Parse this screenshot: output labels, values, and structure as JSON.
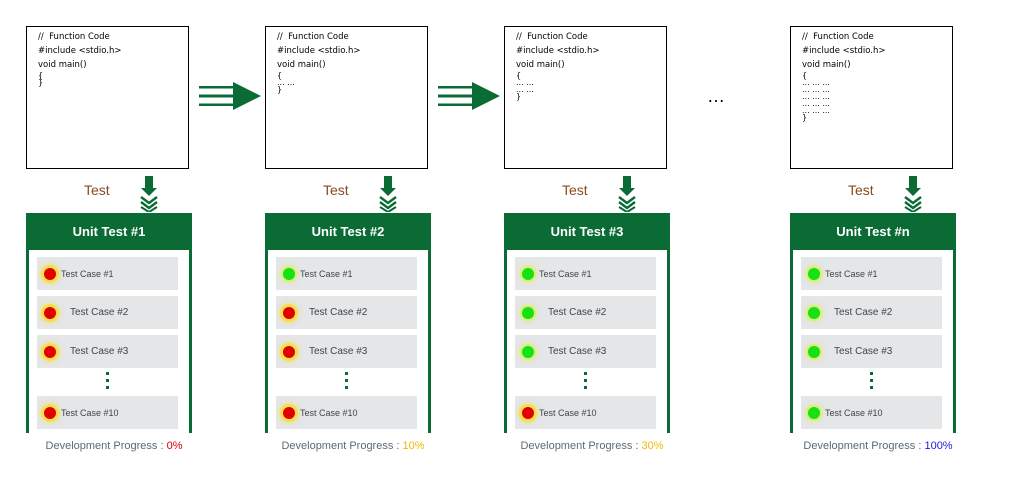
{
  "colors": {
    "brand_green": "#0b6b34",
    "fail": "#e00000",
    "pass": "#16e01a",
    "progress_0": "#e00000",
    "progress_10": "#f2b800",
    "progress_30": "#f2b800",
    "progress_100": "#1a1adc"
  },
  "ellipsis": "…",
  "stages": [
    {
      "code": [
        "//  Function Code",
        "#include <stdio.h>",
        "void main()",
        "{",
        "}"
      ],
      "test_label": "Test",
      "unit_title": "Unit Test #1",
      "cases": [
        {
          "label": "Test Case #1",
          "status": "fail"
        },
        {
          "label": "Test Case #2",
          "status": "fail"
        },
        {
          "label": "Test Case #3",
          "status": "fail"
        },
        {
          "label": "Test Case #10",
          "status": "fail"
        }
      ],
      "progress_label": "Development Progress : ",
      "progress_value": "0%",
      "progress_fraction": 0.0
    },
    {
      "code": [
        "//  Function Code",
        "#include <stdio.h>",
        "void main()",
        "{",
        "... ...",
        "}"
      ],
      "test_label": "Test",
      "unit_title": "Unit Test #2",
      "cases": [
        {
          "label": "Test Case #1",
          "status": "pass"
        },
        {
          "label": "Test Case #2",
          "status": "fail"
        },
        {
          "label": "Test Case #3",
          "status": "fail"
        },
        {
          "label": "Test Case #10",
          "status": "fail"
        }
      ],
      "progress_label": "Development Progress : ",
      "progress_value": "10%",
      "progress_fraction": 0.1
    },
    {
      "code": [
        "//  Function Code",
        "#include <stdio.h>",
        "void main()",
        "{",
        "... ...",
        "... ...",
        "}"
      ],
      "test_label": "Test",
      "unit_title": "Unit Test #3",
      "cases": [
        {
          "label": "Test Case #1",
          "status": "pass"
        },
        {
          "label": "Test Case #2",
          "status": "pass"
        },
        {
          "label": "Test Case #3",
          "status": "pass"
        },
        {
          "label": "Test Case #10",
          "status": "fail"
        }
      ],
      "progress_label": "Development Progress : ",
      "progress_value": "30%",
      "progress_fraction": 0.3
    },
    {
      "code": [
        "//  Function Code",
        "#include <stdio.h>",
        "void main()",
        "{",
        "... ... ...",
        "... ... ...",
        "... ... ...",
        "... ... ...",
        "... ... ...",
        "}"
      ],
      "test_label": "Test",
      "unit_title": "Unit Test #n",
      "cases": [
        {
          "label": "Test Case #1",
          "status": "pass"
        },
        {
          "label": "Test Case #2",
          "status": "pass"
        },
        {
          "label": "Test Case #3",
          "status": "pass"
        },
        {
          "label": "Test Case #10",
          "status": "pass"
        }
      ],
      "progress_label": "Development Progress : ",
      "progress_value": "100%",
      "progress_fraction": 1.0
    }
  ]
}
